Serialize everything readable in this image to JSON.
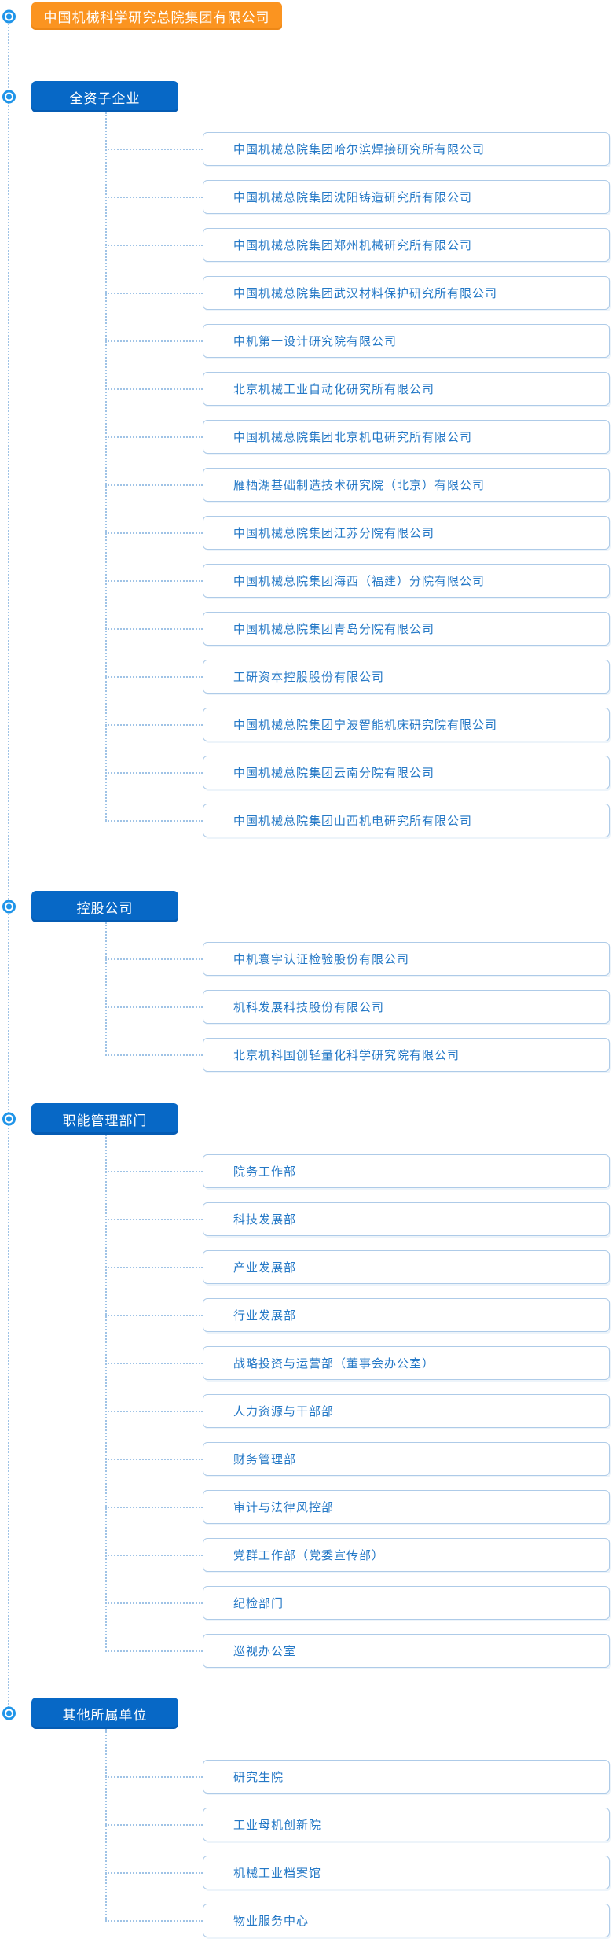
{
  "root": {
    "label": "中国机械科学研究总院集团有限公司"
  },
  "sections": [
    {
      "label": "全资子企业",
      "items": [
        "中国机械总院集团哈尔滨焊接研究所有限公司",
        "中国机械总院集团沈阳铸造研究所有限公司",
        "中国机械总院集团郑州机械研究所有限公司",
        "中国机械总院集团武汉材料保护研究所有限公司",
        "中机第一设计研究院有限公司",
        "北京机械工业自动化研究所有限公司",
        "中国机械总院集团北京机电研究所有限公司",
        "雁栖湖基础制造技术研究院（北京）有限公司",
        "中国机械总院集团江苏分院有限公司",
        "中国机械总院集团海西（福建）分院有限公司",
        "中国机械总院集团青岛分院有限公司",
        "工研资本控股股份有限公司",
        "中国机械总院集团宁波智能机床研究院有限公司",
        "中国机械总院集团云南分院有限公司",
        "中国机械总院集团山西机电研究所有限公司"
      ]
    },
    {
      "label": "控股公司",
      "items": [
        "中机寰宇认证检验股份有限公司",
        "机科发展科技股份有限公司",
        "北京机科国创轻量化科学研究院有限公司"
      ]
    },
    {
      "label": "职能管理部门",
      "items": [
        "院务工作部",
        "科技发展部",
        "产业发展部",
        "行业发展部",
        "战略投资与运营部（董事会办公室）",
        "人力资源与干部部",
        "财务管理部",
        "审计与法律风控部",
        "党群工作部（党委宣传部）",
        "纪检部门",
        "巡视办公室"
      ]
    },
    {
      "label": "其他所属单位",
      "items": [
        "研究生院",
        "工业母机创新院",
        "机械工业档案馆",
        "物业服务中心"
      ]
    }
  ],
  "colors": {
    "root_bg": "#fb9420",
    "section_bg": "#0768c6",
    "item_border": "#aecbe8",
    "item_text": "#2478c6",
    "connector": "#9fc3e6",
    "bullseye": "#2095e9"
  },
  "icons": {
    "toggle": "bullseye-icon"
  }
}
